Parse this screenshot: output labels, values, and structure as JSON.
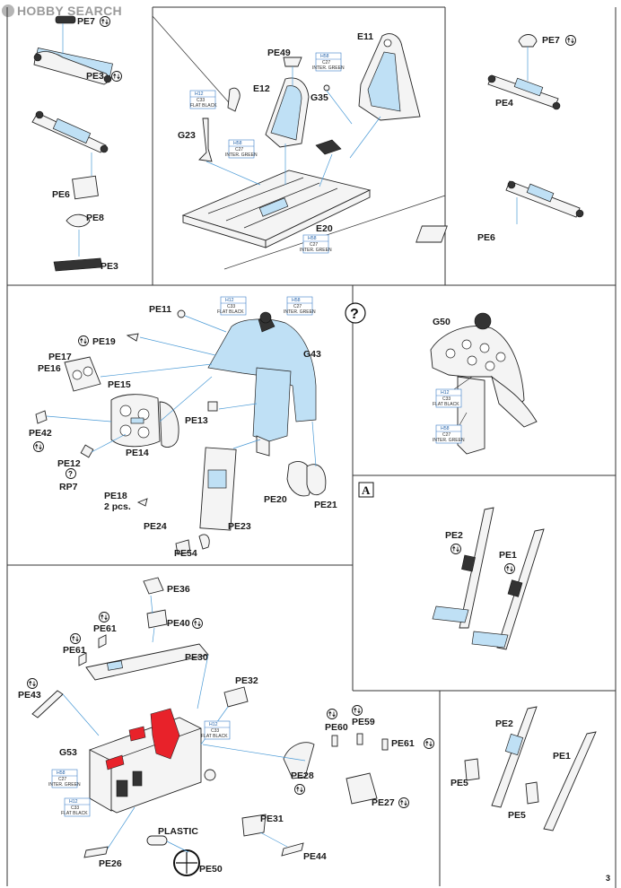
{
  "watermark": "HOBBY SEARCH",
  "page_number": "3",
  "section_a_mark": "A",
  "question_mark": "?",
  "colors": {
    "accent_blue": "#bfe0f5",
    "leader_blue": "#4a9ad6",
    "red": "#e8222a"
  },
  "paints": {
    "flat_black": [
      "H12",
      "C33",
      "FLAT BLACK"
    ],
    "inter_green": [
      "H58",
      "C27",
      "INTER. GREEN"
    ]
  },
  "labels": {
    "pe7": "PE7",
    "pe3": "PE3",
    "pe6": "PE6",
    "pe8": "PE8",
    "pe49": "PE49",
    "e12": "E12",
    "e11": "E11",
    "g35": "G35",
    "g23": "G23",
    "e20": "E20",
    "pe4": "PE4",
    "pe11": "PE11",
    "pe19": "PE19",
    "pe17": "PE17",
    "pe16": "PE16",
    "pe15": "PE15",
    "g43": "G43",
    "pe13": "PE13",
    "pe42": "PE42",
    "pe14": "PE14",
    "pe12": "PE12",
    "rp7": "RP7",
    "pe18": "PE18",
    "pcs": "2 pcs.",
    "pe24": "PE24",
    "pe23": "PE23",
    "pe20": "PE20",
    "pe21": "PE21",
    "pe54": "PE54",
    "g50": "G50",
    "pe2": "PE2",
    "pe1": "PE1",
    "pe5": "PE5",
    "pe36": "PE36",
    "pe40": "PE40",
    "pe61": "PE61",
    "pe30": "PE30",
    "pe43": "PE43",
    "pe32": "PE32",
    "pe60": "PE60",
    "pe59": "PE59",
    "g53": "G53",
    "pe28": "PE28",
    "pe27": "PE27",
    "plastic": "PLASTIC",
    "pe31": "PE31",
    "pe26": "PE26",
    "pe50": "PE50",
    "pe44": "PE44"
  }
}
